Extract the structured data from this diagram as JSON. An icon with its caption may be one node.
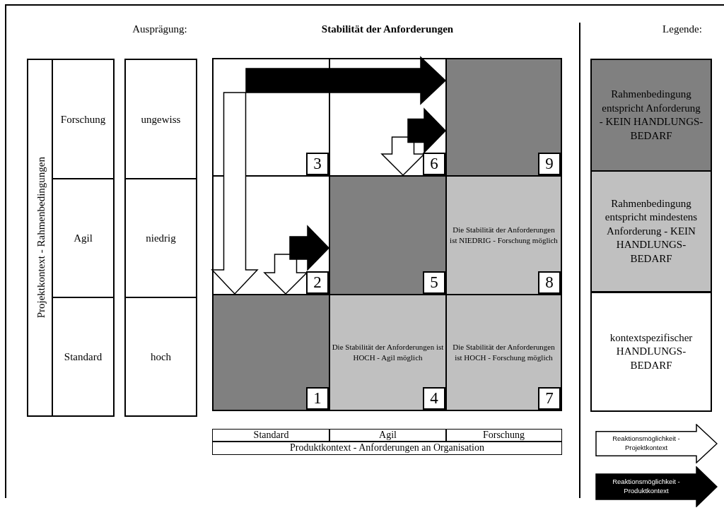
{
  "diagram": {
    "title": "Stabilität der Anforderungen",
    "nodes": [
      {
        "text": [
          "Projektkontext - Rahmenbedingungen"
        ]
      },
      {
        "text": [
          "Forschung"
        ],
        "in": 0
      },
      {
        "text": [
          "Agil"
        ],
        "in": 0
      },
      {
        "text": [
          "Standard"
        ],
        "in": 0
      },
      {
        "text": [
          "ungewiss"
        ]
      },
      {
        "text": [
          "niedrig"
        ]
      },
      {
        "text": [
          "hoch"
        ]
      },
      {
        "text": [
          "3"
        ]
      },
      {
        "text": [
          "6"
        ]
      },
      {
        "text": [
          "9"
        ]
      },
      {
        "text": [
          "2"
        ]
      },
      {
        "text": [
          "5"
        ]
      },
      {
        "text": [
          "Die Stabilität der Anforderungen ist NIEDRIG - Forschung möglich",
          "8"
        ]
      },
      {
        "text": [
          "1"
        ]
      },
      {
        "text": [
          "Die Stabilität der Anforderungen ist HOCH - Agil möglich",
          "4"
        ]
      },
      {
        "text": [
          "Die Stabilität der Anforderungen ist HOCH - Forschung möglich",
          "7"
        ]
      },
      {
        "text": [
          "Standard"
        ]
      },
      {
        "text": [
          "Agil"
        ]
      },
      {
        "text": [
          "Forschung"
        ]
      },
      {
        "text": [
          "Produktkontext - Anforderungen an Organisation"
        ]
      }
    ],
    "edges": [
      {
        "from": 7,
        "to": 13,
        "arrow": "to",
        "color": "#ffffff"
      },
      {
        "from": 7,
        "to": 9,
        "arrow": "to",
        "color": "#000000"
      },
      {
        "from": 10,
        "to": 13,
        "arrow": "to",
        "color": "#ffffff"
      },
      {
        "from": 10,
        "to": 11,
        "arrow": "to",
        "color": "#000000"
      },
      {
        "from": 8,
        "to": 11,
        "arrow": "to",
        "color": "#ffffff"
      },
      {
        "from": 8,
        "to": 9,
        "arrow": "to",
        "color": "#000000"
      }
    ],
    "labels": [
      "Ausprägung:",
      "Legende:"
    ],
    "legend": [
      {
        "text": "Rahmenbedingung entspricht Anforderung - KEIN HANDLUNGS-BEDARF",
        "color": "#808080"
      },
      {
        "text": "Rahmenbedingung entspricht mindestens Anforderung - KEIN HANDLUNGS-BEDARF",
        "color": "#c0c0c0"
      },
      {
        "text": "kontextspezifischer HANDLUNGS-BEDARF",
        "color": "#ffffff"
      },
      {
        "text": "Reaktionsmöglichkeit - Projektkontext"
      },
      {
        "text": "Reaktionsmöglichkeit - Produktkontext"
      }
    ]
  }
}
